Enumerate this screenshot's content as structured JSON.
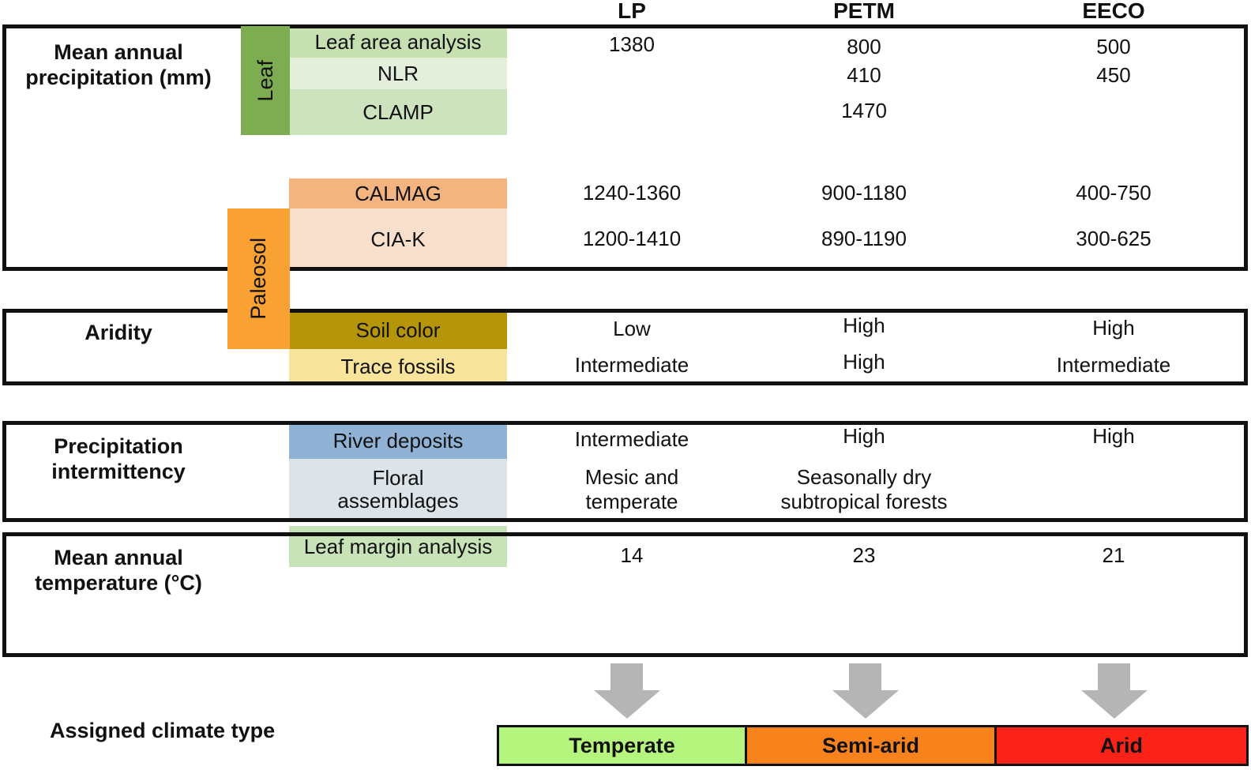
{
  "header": {
    "columns": [
      "LP",
      "PETM",
      "EECO"
    ]
  },
  "precipitation": {
    "title": "Mean annual precipitation (mm)",
    "leaf_group": {
      "label": "Leaf",
      "rows": [
        {
          "label": "Leaf area analysis",
          "values": [
            "1380",
            "800",
            "500"
          ]
        },
        {
          "label": "NLR",
          "values": [
            "",
            "410",
            "450"
          ]
        },
        {
          "label": "CLAMP",
          "values": [
            "",
            "1470",
            ""
          ]
        }
      ]
    },
    "paleosol_group": {
      "label": "Paleosol",
      "rows": [
        {
          "label": "CALMAG",
          "values": [
            "1240-1360",
            "900-1180",
            "400-750"
          ]
        },
        {
          "label": "CIA-K",
          "values": [
            "1200-1410",
            "890-1190",
            "300-625"
          ]
        }
      ]
    }
  },
  "aridity": {
    "title": "Aridity",
    "rows": [
      {
        "label": "Soil color",
        "values": [
          "Low",
          "High",
          "High"
        ]
      },
      {
        "label": "Trace fossils",
        "values": [
          "Intermediate",
          "High",
          "Intermediate"
        ]
      }
    ]
  },
  "intermittency": {
    "title": "Precipitation intermittency",
    "rows": [
      {
        "label": "River deposits",
        "values": [
          "Intermediate",
          "High",
          "High"
        ]
      },
      {
        "label": "Floral assemblages",
        "values": [
          "Mesic and temperate",
          "Seasonally dry subtropical forests",
          ""
        ]
      }
    ]
  },
  "temperature": {
    "title": "Mean annual temperature (°C)",
    "rows": [
      {
        "label": "Leaf margin analysis",
        "values": [
          "14",
          "23",
          "21"
        ]
      }
    ]
  },
  "climate": {
    "title": "Assigned climate type",
    "types": [
      {
        "label": "Temperate",
        "color": "#b6f57d"
      },
      {
        "label": "Semi-arid",
        "color": "#f8831d"
      },
      {
        "label": "Arid",
        "color": "#fb2317"
      }
    ]
  },
  "colors": {
    "leaf_tab": "#7dad50",
    "leaf_area": "#c6e0b2",
    "nlr": "#e4efdb",
    "clamp": "#cde3bd",
    "paleosol_tab": "#f9a233",
    "calmag": "#f4b480",
    "cia_k": "#f9e0cd",
    "soil_color": "#b5950a",
    "trace_fossils": "#f9e49b",
    "river_deposits": "#8fb2d5",
    "floral_assemblages": "#dce4e9",
    "leaf_margin": "#c9e3b9",
    "arrow": "#b5b5b5",
    "text": "#111111"
  }
}
